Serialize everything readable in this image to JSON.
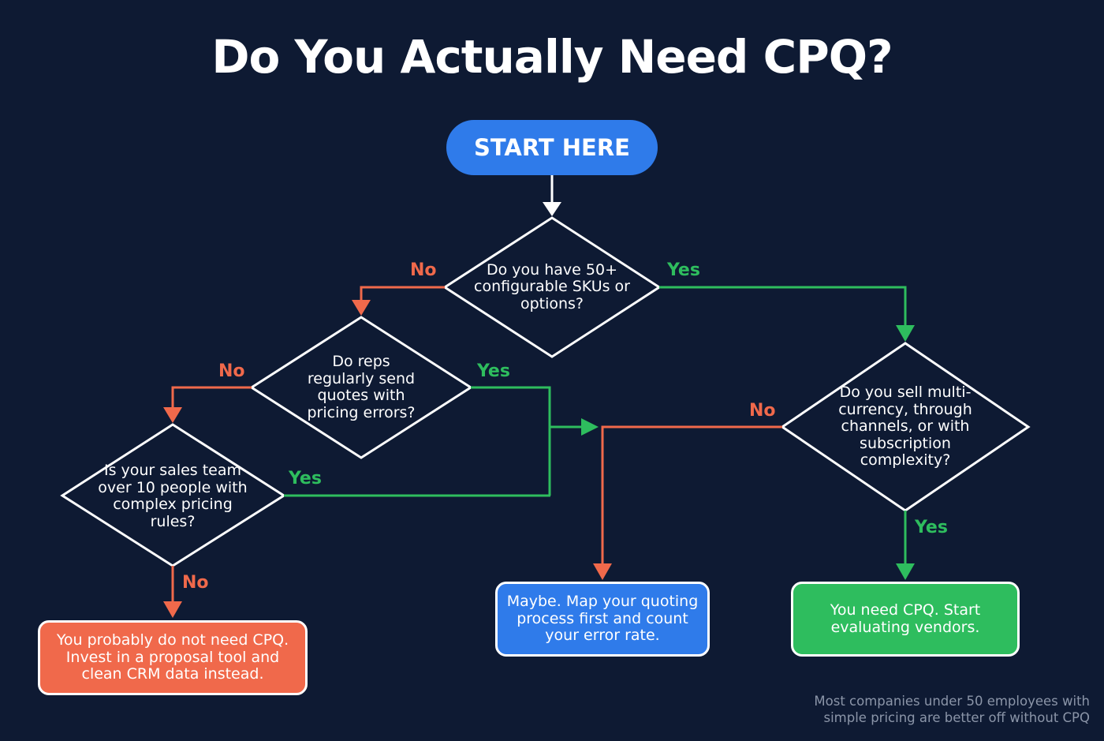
{
  "title": "Do You Actually Need CPQ?",
  "start": {
    "label": "START HERE"
  },
  "decisions": [
    {
      "id": "q1",
      "text": "Do you have 50+ configurable SKUs or options?"
    },
    {
      "id": "q2",
      "text": "Do reps regularly send quotes with pricing errors?"
    },
    {
      "id": "q3",
      "text": "Is your sales team over 10 people with complex pricing rules?"
    },
    {
      "id": "q4",
      "text": "Do you sell multi-currency, through channels, or with subscription complexity?"
    }
  ],
  "branch_labels": {
    "q1_no": "No",
    "q1_yes": "Yes",
    "q2_no": "No",
    "q2_yes": "Yes",
    "q3_yes": "Yes",
    "q3_no": "No",
    "q4_no": "No",
    "q4_yes": "Yes"
  },
  "outcomes": [
    {
      "id": "no_cpq",
      "text": "You probably do not need CPQ. Invest in a proposal tool and clean CRM data instead.",
      "color": "#f0694b"
    },
    {
      "id": "maybe",
      "text": "Maybe. Map your quoting process first and count your error rate.",
      "color": "#2f7bea"
    },
    {
      "id": "need_cpq",
      "text": "You need CPQ. Start evaluating vendors.",
      "color": "#2ebd5e"
    }
  ],
  "footnote": "Most companies under 50 employees with simple pricing are better off without CPQ",
  "colors": {
    "background": "#0e1a33",
    "no": "#f0694b",
    "yes": "#2ebd5e",
    "start": "#2f7bea",
    "line": "#ffffff"
  }
}
